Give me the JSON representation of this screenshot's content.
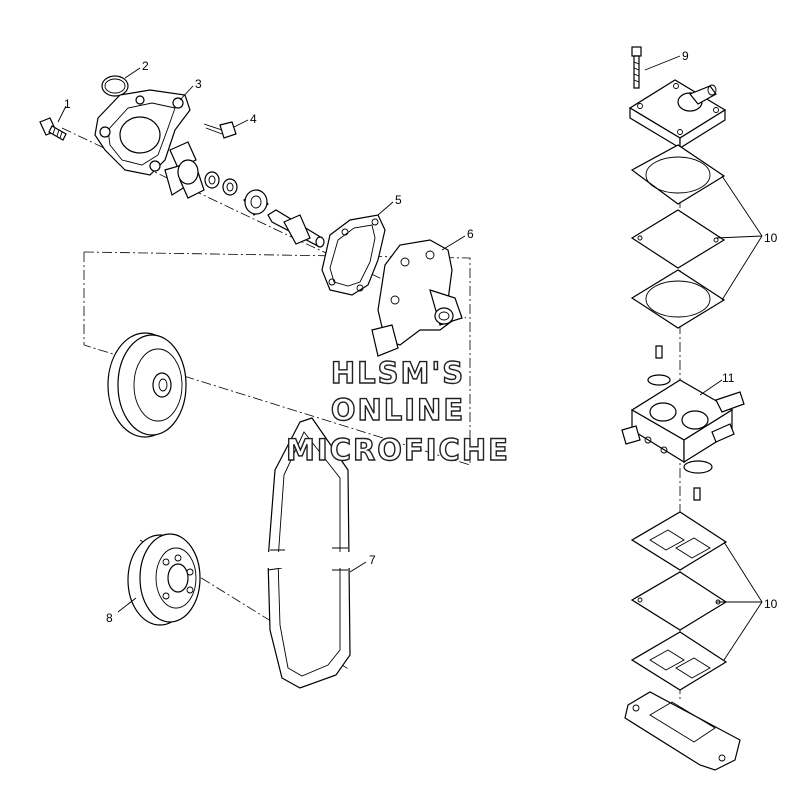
{
  "callouts": {
    "c1": "1",
    "c2": "2",
    "c3": "3",
    "c4": "4",
    "c5": "5",
    "c6": "6",
    "c7": "7",
    "c8": "8",
    "c9": "9",
    "c10a": "10",
    "c10b": "10",
    "c11": "11"
  },
  "watermark": {
    "line1": "HLSM'S",
    "line2": "ONLINE",
    "line3": "MICROFICHE"
  }
}
